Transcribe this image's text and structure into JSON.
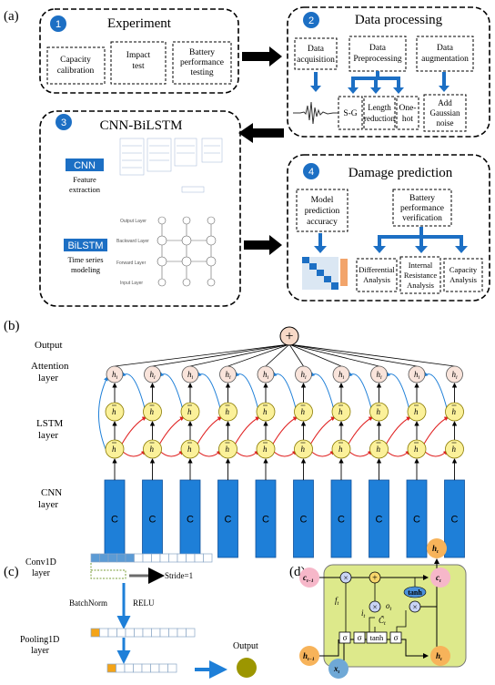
{
  "panel_labels": {
    "a": "(a)",
    "b": "(b)",
    "c": "(c)",
    "d": "(d)"
  },
  "panel_a": {
    "experiment": {
      "number": "1",
      "title": "Experiment",
      "items": [
        [
          "Capacity",
          "calibration"
        ],
        [
          "Impact",
          "test"
        ],
        [
          "Battery",
          "performance",
          "testing"
        ]
      ]
    },
    "data_processing": {
      "number": "2",
      "title": "Data processing",
      "acquisition": [
        "Data",
        "acquisition"
      ],
      "preprocessing": [
        "Data",
        "Preprocessing"
      ],
      "augmentation": [
        "Data",
        "augmentation"
      ],
      "sg": "S-G",
      "length_reduction": [
        "Length",
        "reduction"
      ],
      "onehot": [
        "One-",
        "hot"
      ],
      "gaussian": [
        "Add",
        "Gaussian",
        "noise"
      ]
    },
    "cnn_bilstm": {
      "number": "3",
      "title": "CNN-BiLSTM",
      "cnn_badge": "CNN",
      "cnn_caption": [
        "Feature",
        "extraction"
      ],
      "bilstm_badge": "BiLSTM",
      "bilstm_caption": [
        "Time series",
        "modeling"
      ],
      "lstm_row_labels": [
        "Output Layer",
        "Backward Layer",
        "Forward Layer",
        "Input Layer"
      ]
    },
    "damage_prediction": {
      "number": "4",
      "title": "Damage prediction",
      "model_accuracy": [
        "Model",
        "prediction",
        "accuracy"
      ],
      "battery_verification": [
        "Battery",
        "performance",
        "verification"
      ],
      "analyses": [
        [
          "Differential",
          "Analysis"
        ],
        [
          "Internal",
          "Resistance",
          "Analysis"
        ],
        [
          "Capacity",
          "Analysis"
        ]
      ]
    }
  },
  "panel_b": {
    "output_label": "Output",
    "attention_label": [
      "Attention",
      "layer"
    ],
    "lstm_label": [
      "LSTM",
      "layer"
    ],
    "cnn_label": [
      "CNN",
      "layer"
    ],
    "steps": 10,
    "attention_node": "h",
    "attention_sub": "i",
    "backward_node": "h",
    "forward_node": "h",
    "cnn_cell": "C",
    "sum_symbol": "+"
  },
  "panel_c": {
    "conv_label": [
      "Conv1D",
      "layer"
    ],
    "stride_label": "Stride=1",
    "batchnorm_label": "BatchNorm",
    "relu_label": "RELU",
    "pooling_label": [
      "Pooling1D",
      "layer"
    ],
    "output_label": "Output",
    "colors": {
      "blue": "#5b9bd5",
      "orange": "#f4a418",
      "output": "#9c9600"
    }
  },
  "panel_d": {
    "c_prev": "c",
    "c_prev_sub": "t−1",
    "c_next": "c",
    "c_next_sub": "t",
    "h_prev": "h",
    "h_prev_sub": "t−1",
    "h_next": "h",
    "h_next_sub": "t",
    "h_top": "h",
    "h_top_sub": "t",
    "x_in": "x",
    "x_in_sub": "t",
    "f_gate": "f",
    "f_sub": "t",
    "i_gate": "i",
    "i_sub": "t",
    "o_gate": "o",
    "o_sub": "t",
    "c_tilde": "C̃",
    "c_tilde_sub": "t",
    "sigma": "σ",
    "tanh": "tanh",
    "colors": {
      "cell_bg": "#dde98b",
      "pink": "#f6b7c9",
      "orange": "#f7b35a",
      "blue": "#6fa8d6",
      "tanh_fill": "#4a90d9"
    }
  }
}
